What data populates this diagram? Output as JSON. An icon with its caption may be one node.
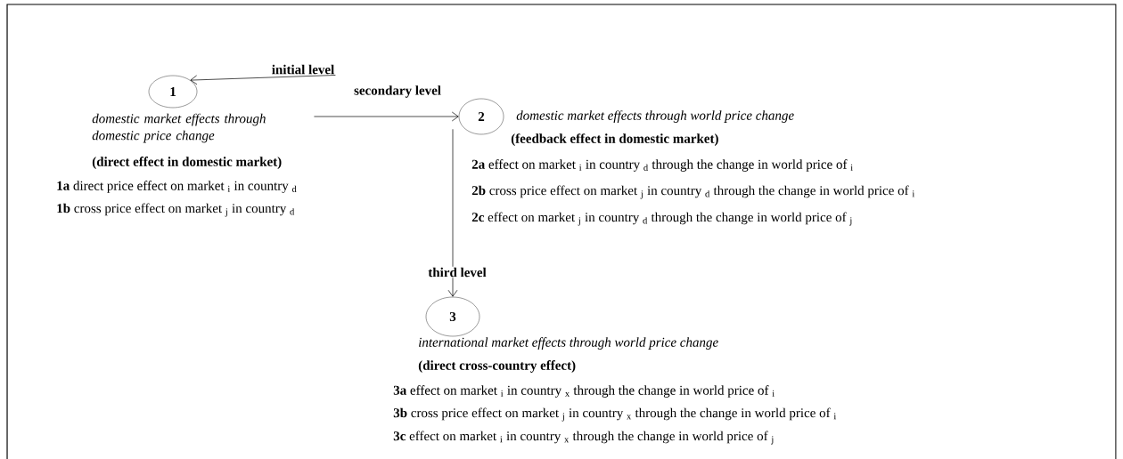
{
  "diagram": {
    "nodes": [
      {
        "text": [
          "initial level"
        ]
      },
      {
        "text": [
          "1"
        ],
        "beside": [
          "domestic market effects through domestic price change",
          "(direct effect in domestic market)",
          "**1a** direct price effect on market $_{i}$ in country $_{d}$",
          "**1b** cross price effect on market $_{j}$ in country $_{d}$"
        ]
      },
      {
        "text": [
          "2"
        ],
        "beside": [
          "domestic market effects through world price change",
          "(feedback effect in domestic market)",
          "**2a** effect on market $_{i}$ in country $_{d}$ through the change in world price of $_{i}$",
          "**2b** cross price effect on market $_{j}$ in country $_{d}$ through the change in world price of $_{i}$",
          "**2c** effect on market $_{j}$ in country $_{d}$ through the change in world price of $_{j}$"
        ]
      },
      {
        "text": [
          "3"
        ],
        "beside": [
          "international market effects through world price change",
          "(direct cross-country effect)",
          "**3a** effect on market $_{i}$ in country $_{x}$ through the change in world price of $_{i}$",
          "**3b** cross price effect on market $_{j}$ in country $_{x}$ through the change in world price of $_{i}$",
          "**3c** effect on market $_{i}$ in country $_{x}$ through the change in world price of $_{j}$"
        ]
      }
    ],
    "edges": [
      {
        "from": 0,
        "to": 1,
        "arrow": "to"
      },
      {
        "from": 1,
        "to": 2,
        "arrow": "to",
        "label": "secondary level"
      },
      {
        "from": 2,
        "to": 3,
        "arrow": "to",
        "label": "third level"
      }
    ]
  }
}
